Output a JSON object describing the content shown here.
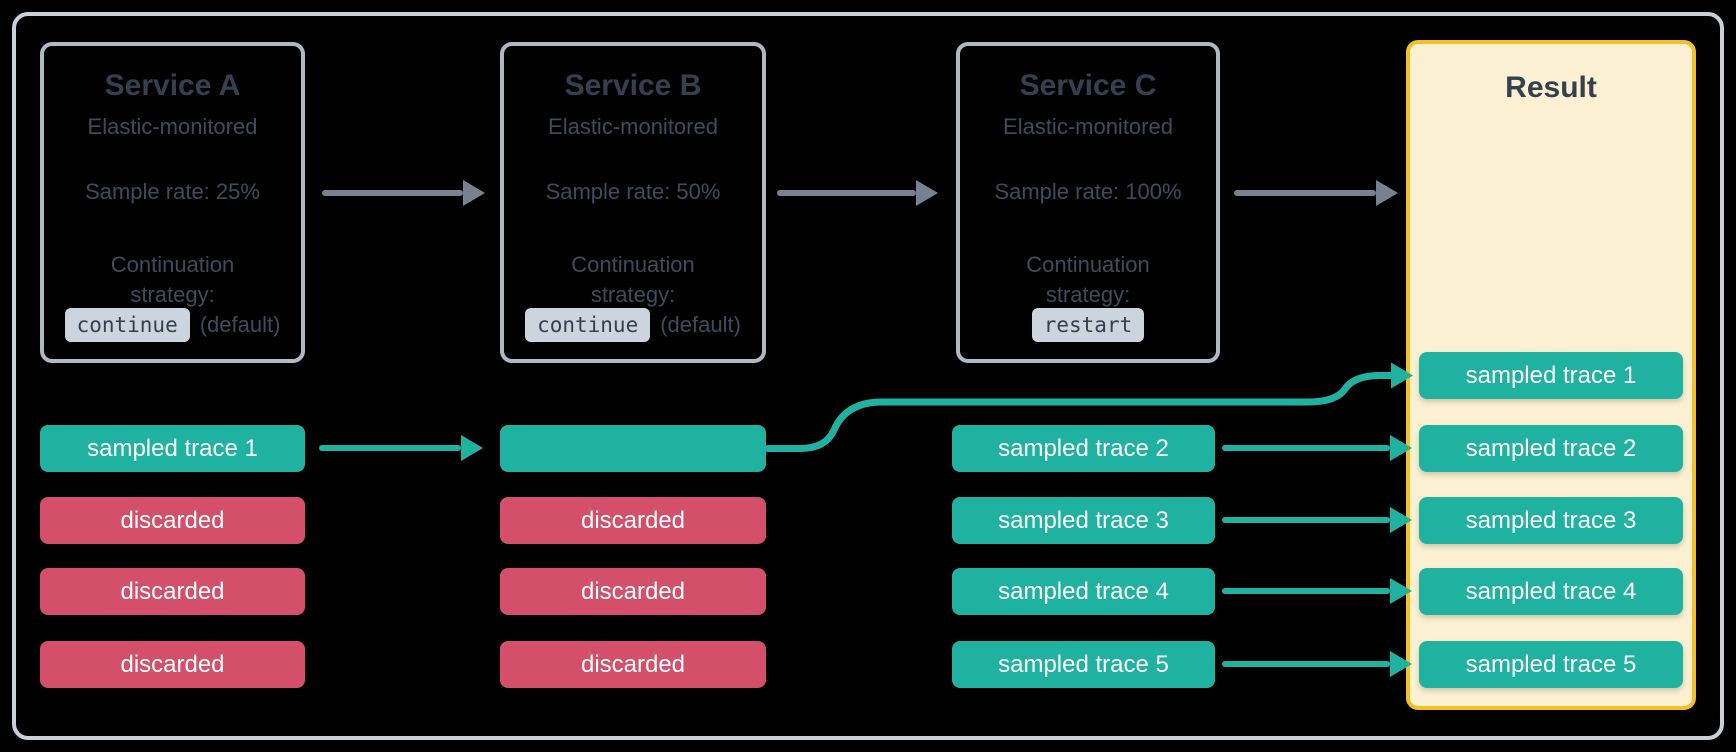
{
  "services": [
    {
      "name": "Service A",
      "monitoring": "Elastic-monitored",
      "sample_rate": "Sample rate: 25%",
      "continuation_line1": "Continuation",
      "continuation_line2": "strategy:",
      "strategy_code": "continue",
      "strategy_note": "(default)"
    },
    {
      "name": "Service B",
      "monitoring": "Elastic-monitored",
      "sample_rate": "Sample rate: 50%",
      "continuation_line1": "Continuation",
      "continuation_line2": "strategy:",
      "strategy_code": "continue",
      "strategy_note": "(default)"
    },
    {
      "name": "Service C",
      "monitoring": "Elastic-monitored",
      "sample_rate": "Sample rate: 100%",
      "continuation_line1": "Continuation",
      "continuation_line2": "strategy:",
      "strategy_code": "restart",
      "strategy_note": ""
    }
  ],
  "result": {
    "title": "Result",
    "pills": [
      "sampled trace 1",
      "sampled trace 2",
      "sampled trace 3",
      "sampled trace 4",
      "sampled trace 5"
    ]
  },
  "trace_pills": {
    "service_a": [
      {
        "label": "sampled trace 1",
        "status": "sampled"
      },
      {
        "label": "discarded",
        "status": "discarded"
      },
      {
        "label": "discarded",
        "status": "discarded"
      },
      {
        "label": "discarded",
        "status": "discarded"
      }
    ],
    "service_b": [
      {
        "label": "",
        "status": "sampled"
      },
      {
        "label": "discarded",
        "status": "discarded"
      },
      {
        "label": "discarded",
        "status": "discarded"
      },
      {
        "label": "discarded",
        "status": "discarded"
      }
    ],
    "service_c": [
      {
        "label": "sampled trace 2",
        "status": "sampled"
      },
      {
        "label": "sampled trace 3",
        "status": "sampled"
      },
      {
        "label": "sampled trace 4",
        "status": "sampled"
      },
      {
        "label": "sampled trace 5",
        "status": "sampled"
      }
    ]
  },
  "colors": {
    "sampled_teal": "#20b2a0",
    "discarded_red": "#d4506a",
    "result_bg": "#fbf1d2",
    "result_border": "#f3c127",
    "service_border": "#aeb9c6",
    "frame_border": "#c9d0d9",
    "heading_text": "#344050",
    "body_text": "#3e4b5a",
    "arrow_gray": "#76828f",
    "code_badge_bg": "#ccd5de",
    "pill_text": "#ffffff"
  }
}
